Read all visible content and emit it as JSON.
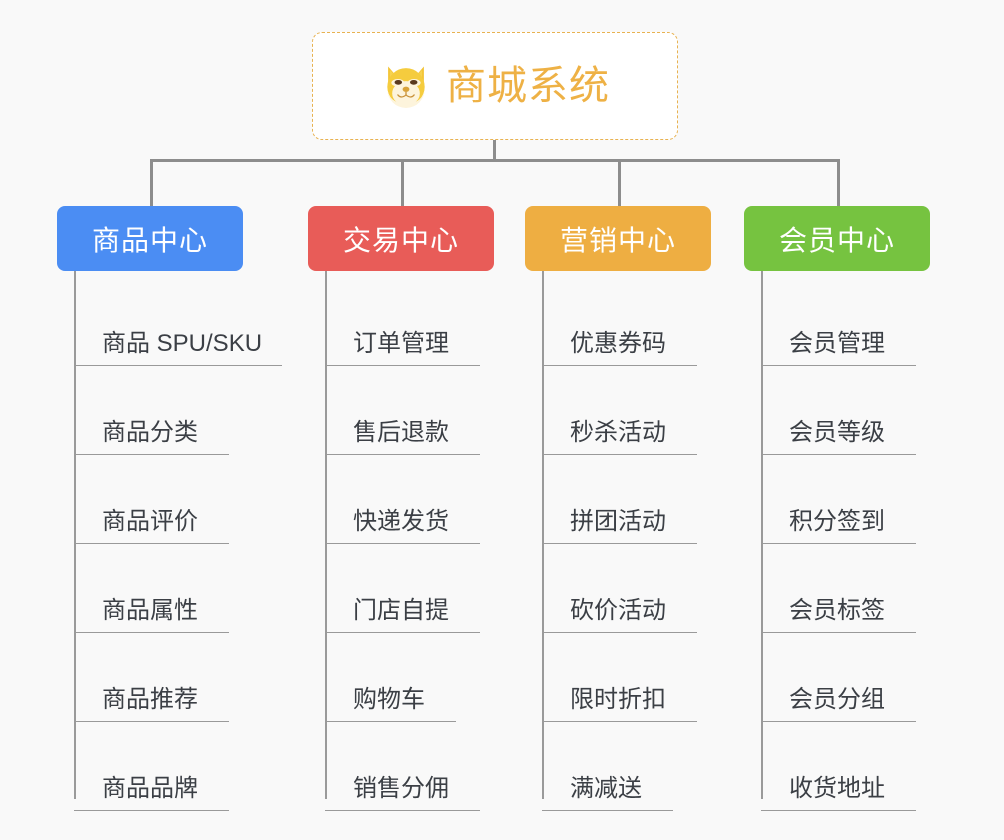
{
  "page": {
    "background_color": "#f9f9f9",
    "diagram_type": "org-chart"
  },
  "root": {
    "title": "商城系统",
    "icon": "shiba-dog-emoji",
    "text_color": "#eeb145",
    "border_color": "#e8b251",
    "background_color": "#ffffff"
  },
  "connector": {
    "color": "#8d8d8d",
    "spine_color": "#9a9a9a"
  },
  "columns": [
    {
      "title": "商品中心",
      "color": "#4b8df3",
      "items": [
        {
          "label": "商品 SPU/SKU",
          "underline_width": 208
        },
        {
          "label": "商品分类",
          "underline_width": 155
        },
        {
          "label": "商品评价",
          "underline_width": 155
        },
        {
          "label": "商品属性",
          "underline_width": 155
        },
        {
          "label": "商品推荐",
          "underline_width": 155
        },
        {
          "label": "商品品牌",
          "underline_width": 155
        }
      ]
    },
    {
      "title": "交易中心",
      "color": "#e85c58",
      "items": [
        {
          "label": "订单管理",
          "underline_width": 155
        },
        {
          "label": "售后退款",
          "underline_width": 155
        },
        {
          "label": "快递发货",
          "underline_width": 155
        },
        {
          "label": "门店自提",
          "underline_width": 155
        },
        {
          "label": "购物车",
          "underline_width": 131
        },
        {
          "label": "销售分佣",
          "underline_width": 155
        }
      ]
    },
    {
      "title": "营销中心",
      "color": "#eeae42",
      "items": [
        {
          "label": "优惠券码",
          "underline_width": 155
        },
        {
          "label": "秒杀活动",
          "underline_width": 155
        },
        {
          "label": "拼团活动",
          "underline_width": 155
        },
        {
          "label": "砍价活动",
          "underline_width": 155
        },
        {
          "label": "限时折扣",
          "underline_width": 155
        },
        {
          "label": "满减送",
          "underline_width": 131
        }
      ]
    },
    {
      "title": "会员中心",
      "color": "#76c340",
      "items": [
        {
          "label": "会员管理",
          "underline_width": 155
        },
        {
          "label": "会员等级",
          "underline_width": 155
        },
        {
          "label": "积分签到",
          "underline_width": 155
        },
        {
          "label": "会员标签",
          "underline_width": 155
        },
        {
          "label": "会员分组",
          "underline_width": 155
        },
        {
          "label": "收货地址",
          "underline_width": 155
        }
      ]
    }
  ]
}
